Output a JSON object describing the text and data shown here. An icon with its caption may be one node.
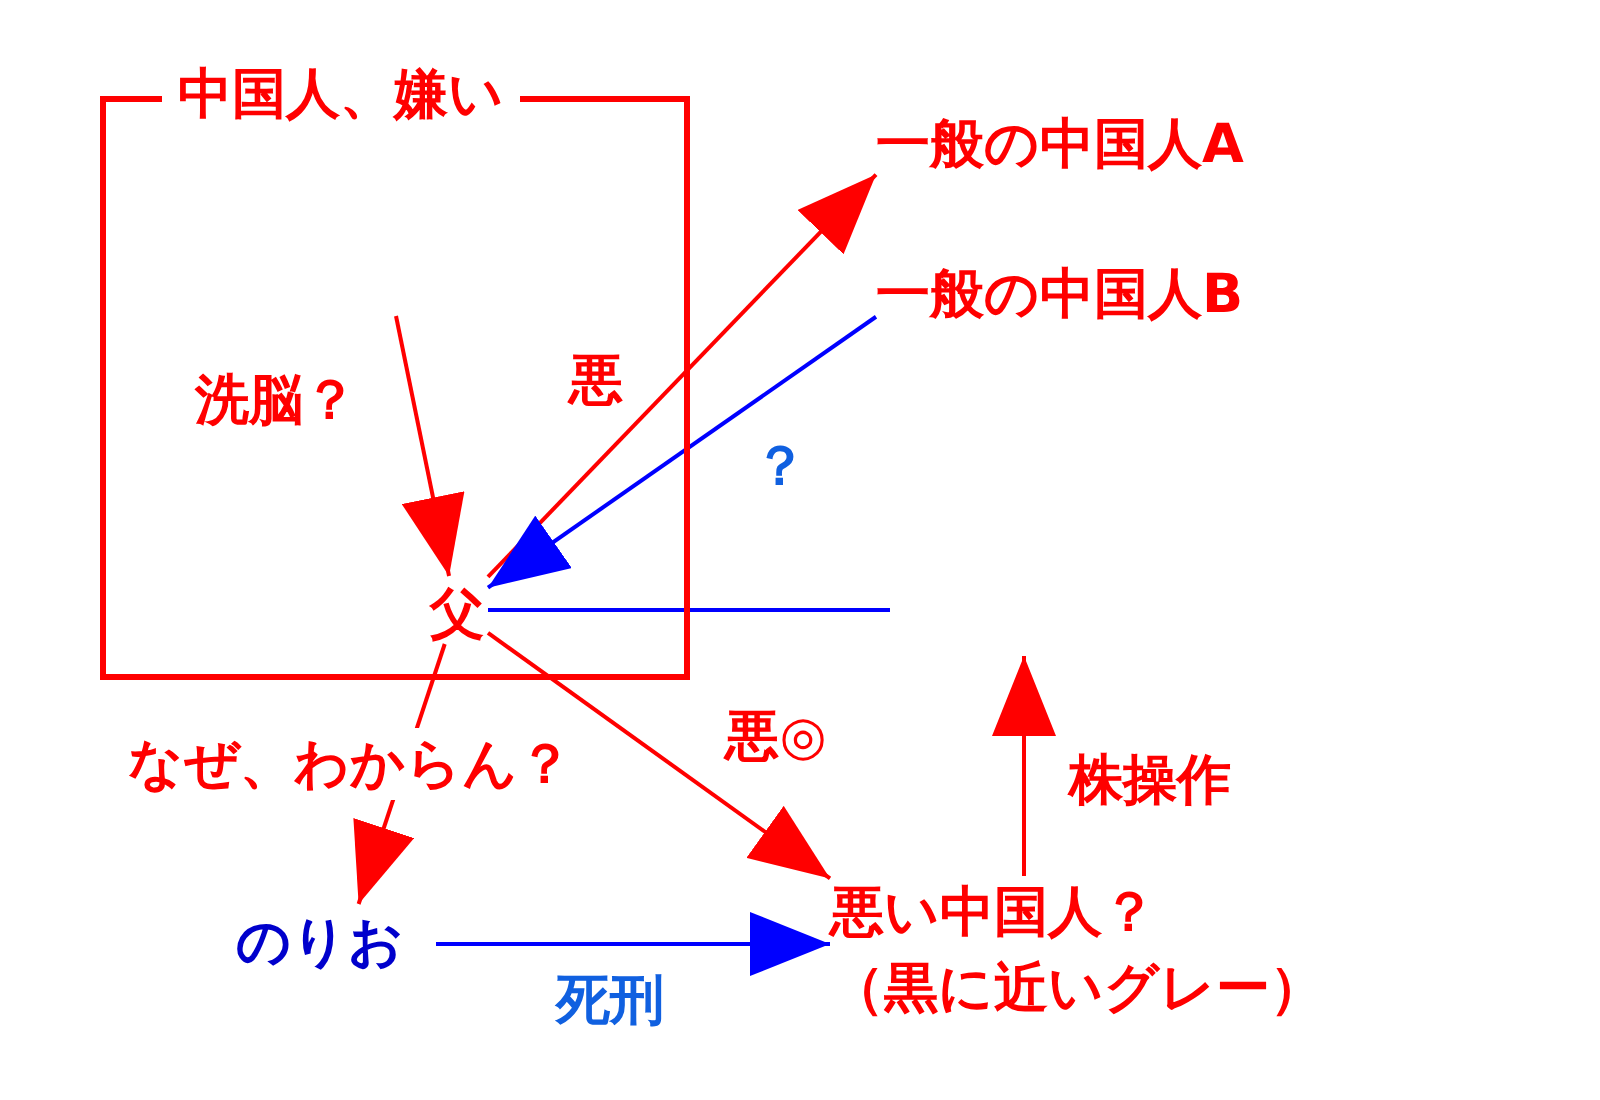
{
  "diagram": {
    "nodes": [
      {
        "text": [
          "中国人、嫌い"
        ]
      },
      {
        "text": [
          "父"
        ],
        "in": 0
      },
      {
        "text": [
          "一般の中国人A"
        ]
      },
      {
        "text": [
          "一般の中国人B"
        ]
      },
      {
        "text": [
          "悪い中国人？",
          "（黒に近いグレー）"
        ]
      },
      {
        "text": [
          "のりお"
        ]
      }
    ],
    "edges": [
      {
        "from": null,
        "to": 1,
        "arrow": "to",
        "label": "洗脳？"
      },
      {
        "from": 1,
        "to": 2,
        "arrow": "to",
        "label": "悪"
      },
      {
        "from": 3,
        "to": 1,
        "arrow": "to",
        "label": "？",
        "color": "#0000ff"
      },
      {
        "from": 1,
        "to": null,
        "arrow": "none",
        "color": "#0000ff"
      },
      {
        "from": 1,
        "to": 4,
        "arrow": "to",
        "label": "悪◎"
      },
      {
        "from": 1,
        "to": 5,
        "arrow": "to",
        "label": "なぜ、わからん？"
      },
      {
        "from": 5,
        "to": 4,
        "arrow": "to",
        "label": "死刑",
        "color": "#0000ff"
      },
      {
        "from": 4,
        "to": null,
        "arrow": "to",
        "label": "株操作"
      }
    ]
  }
}
